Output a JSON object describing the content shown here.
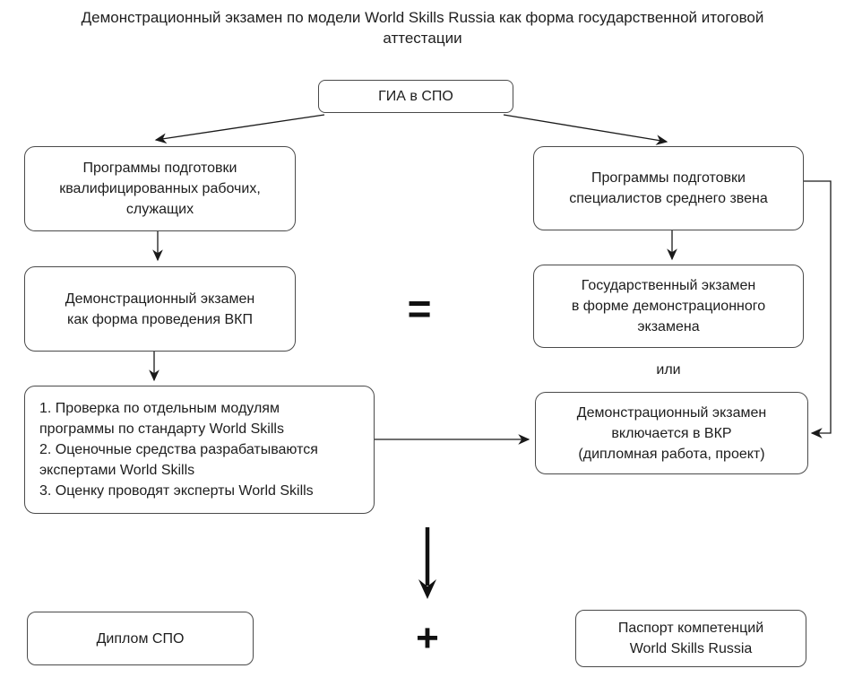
{
  "title": "Демонстрационный экзамен по модели World Skills Russia как форма государственной итоговой аттестации",
  "root": {
    "label": "ГИА в СПО"
  },
  "left_column": {
    "programs_box": "Программы подготовки\nквалифицированных рабочих,\nслужащих",
    "demo_exam_box": "Демонстрационный экзамен\nкак форма проведения ВКП",
    "features_box": "1. Проверка по отдельным модулям\nпрограммы по стандарту World Skills\n2. Оценочные средства разрабатываются\nэкспертами World Skills\n3. Оценку проводят эксперты World Skills"
  },
  "right_column": {
    "programs_box": "Программы подготовки\nспециалистов среднего звена",
    "state_exam_box": "Государственный экзамен\nв форме демонстрационного\nэкзамена",
    "or_label": "или",
    "vkr_box": "Демонстрационный экзамен\nвключается в ВКР\n(дипломная работа, проект)"
  },
  "operators": {
    "equals": "=",
    "plus": "+"
  },
  "outcomes": {
    "diploma_box": "Диплом СПО",
    "passport_box": "Паспорт компетенций\nWorld Skills Russia"
  },
  "colors": {
    "background": "#ffffff",
    "box_border": "#4a4a4a",
    "line": "#1a1a1a",
    "text": "#1d1d1d"
  }
}
